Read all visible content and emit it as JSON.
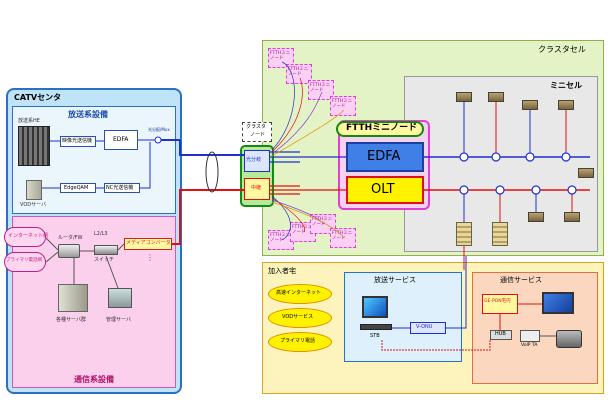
{
  "catv": {
    "title": "CATVセンタ",
    "broadcast": {
      "title": "放送系設備",
      "headend": "放送系HE",
      "optical_tx": "映像光送信機",
      "edfa": "EDFA",
      "coupler": "光分配/Mux",
      "edgeqam": "EdgeQAM",
      "nc_tx": "NC光送信機",
      "vod_server": "VODサーバ"
    },
    "comm": {
      "title": "通信系設備",
      "internet": "インターネット網",
      "primary_phone": "プライマリ電話網",
      "router": "ルータ/FW",
      "l2l3_switch": "L2/L3スイッチ",
      "media_converter": "メディアコンバータ",
      "servers": "各種サーバ群",
      "mgmt_server": "管理サーバ"
    }
  },
  "cluster": {
    "title": "クラスタセル",
    "node_label": "クラスタノード",
    "splitter": "光分岐",
    "relay": "中継",
    "ftth_mini": "FTTHミニノード",
    "edfa": "EDFA",
    "olt": "OLT",
    "mini_cell": "ミニセル",
    "satellite_nodes": [
      "FTTHミニノード",
      "FTTHミニノード",
      "FTTHミニノード",
      "FTTHミニノード",
      "FTTHミニノード",
      "FTTHミニノード",
      "FTTHミニノード",
      "FTTHミニノード"
    ]
  },
  "subscriber": {
    "title": "加入者宅",
    "services": [
      "高速インターネット",
      "VODサービス",
      "プライマリ電話"
    ],
    "broadcast_service": {
      "title": "放送サービス",
      "stb": "STB",
      "vonu": "V-ONU"
    },
    "comm_service": {
      "title": "通信サービス",
      "onu": "GE-PON宅内",
      "hub": "HUB",
      "voip_ta": "VoIP TA"
    }
  },
  "colors": {
    "broadcast_line": "#1f2fd0",
    "comm_line": "#e01010",
    "catv_panel": "#bfe3f7",
    "comm_panel": "#fbd0ec",
    "cluster_panel": "#e4f3c6",
    "mini_cell_panel": "#e8e8e8",
    "subscriber_panel": "#fdf3bd"
  }
}
